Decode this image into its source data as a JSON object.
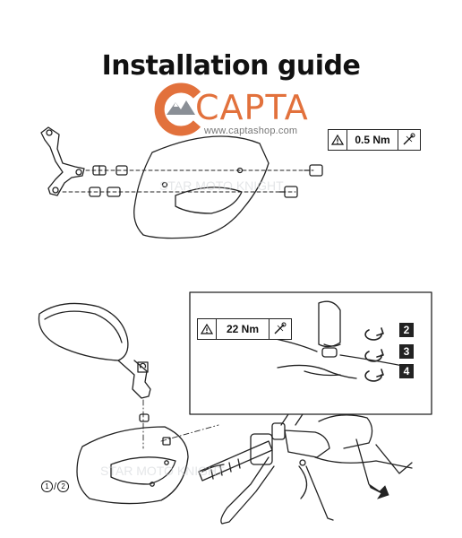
{
  "header": {
    "title": "Installation guide"
  },
  "logo": {
    "brand": "CAPTA",
    "url": "www.captashop.com"
  },
  "top_diagram": {
    "torque_spec": "0.5 Nm",
    "watermark": "STAR MOTO KNIGHT"
  },
  "bottom_diagram": {
    "torque_spec": "22 Nm",
    "steps": [
      "2",
      "3",
      "4"
    ],
    "part_label_a": "1",
    "part_label_sep": "/",
    "part_label_b": "2",
    "watermark": "STAR MOTO KNIGHT"
  },
  "colors": {
    "brand_orange": "#e2713c",
    "line": "#222222",
    "mountain_gray": "#8a8f96"
  }
}
